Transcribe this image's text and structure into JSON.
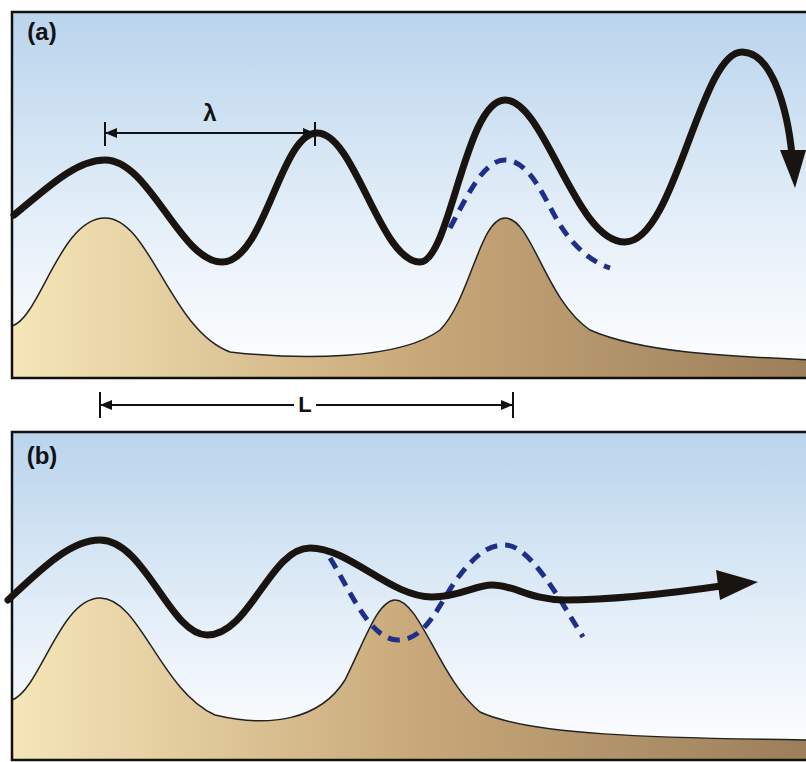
{
  "diagram": {
    "labels": [
      "(a)",
      "λ",
      "L",
      "(b)"
    ]
  }
}
